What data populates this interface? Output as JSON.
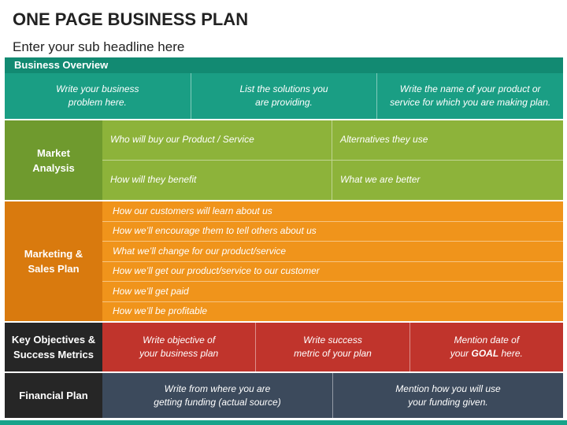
{
  "title": "ONE PAGE BUSINESS PLAN",
  "subtitle": "Enter your sub headline here",
  "overview": {
    "label": "Business Overview",
    "cells": [
      [
        "Write your business",
        "problem here."
      ],
      [
        "List the solutions you",
        "are providing."
      ],
      [
        "Write the name of your product or",
        "service for which you are making plan."
      ]
    ]
  },
  "market": {
    "label": [
      "Market",
      "Analysis"
    ],
    "cells": [
      "Who will buy our Product / Service",
      "Alternatives they use",
      "How will they benefit",
      "What we are better"
    ]
  },
  "marketing": {
    "label": [
      "Marketing &",
      "Sales Plan"
    ],
    "items": [
      "How our customers will learn about us",
      "How we’ll encourage them to tell others about us",
      "What we’ll  change for our product/service",
      "How we’ll get our product/service to our customer",
      "How we’ll get paid",
      "How we’ll be profitable"
    ]
  },
  "objectives": {
    "label": [
      "Key Objectives &",
      "Success Metrics"
    ],
    "cells": [
      [
        "Write objective of",
        "your business plan"
      ],
      [
        "Write success",
        "metric of your plan"
      ],
      {
        "line1": "Mention date of",
        "pre": "your ",
        "bold": "GOAL",
        "post": " here."
      }
    ]
  },
  "financial": {
    "label": "Financial Plan",
    "cells": [
      [
        "Write from where you are",
        "getting funding (actual source)"
      ],
      [
        "Mention how you will use",
        "your funding given."
      ]
    ]
  },
  "colors": {
    "teal": "#1a9e84",
    "green": "#8db33a",
    "orange": "#f0941b",
    "red": "#c0342c",
    "slate": "#3c4a5c",
    "dark": "#262626"
  }
}
